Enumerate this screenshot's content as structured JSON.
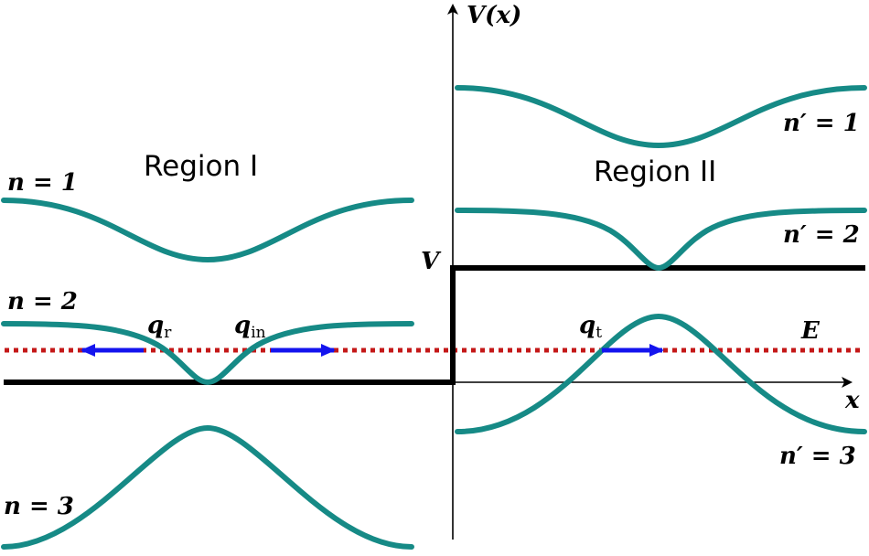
{
  "labels": {
    "region_1": "Region I",
    "region_2": "Region II",
    "axis_y": "V(x)",
    "axis_x": "x",
    "step_height": "V",
    "energy": "E",
    "bands_left": [
      "n = 1",
      "n = 2",
      "n = 3"
    ],
    "bands_right": [
      "n′ = 1",
      "n′ = 2",
      "n′ = 3"
    ],
    "wavevectors": {
      "reflected": {
        "symbol": "q",
        "subscript": "r"
      },
      "incident": {
        "symbol": "q",
        "subscript": "in"
      },
      "transmitted": {
        "symbol": "q",
        "subscript": "t"
      }
    }
  },
  "colors": {
    "band": "#168a86",
    "potential": "#000000",
    "energy_line": "#c41818",
    "wavevector_arrow": "#1414ee"
  }
}
